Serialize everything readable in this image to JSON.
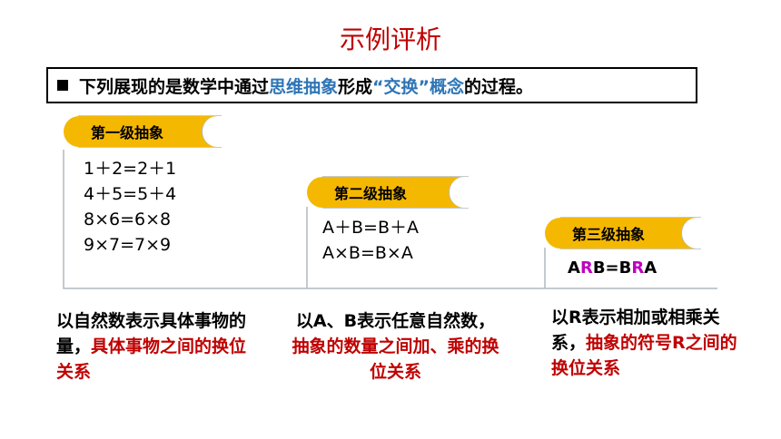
{
  "title": "示例评析",
  "intro": {
    "prefix": "下列展现的是数学中通过",
    "highlight1": "思维抽象",
    "middle": "形成",
    "highlight2": "“交换”概念",
    "suffix": "的过程。"
  },
  "levels": [
    {
      "tag": "第一级抽象",
      "equations": [
        "1＋2=2＋1",
        "4＋5=5＋4",
        "8×6=6×8",
        "9×7=7×9"
      ],
      "desc_plain": "以自然数表示具体事物的量，",
      "desc_red": "具体事物之间的换位关系"
    },
    {
      "tag": "第二级抽象",
      "equations": [
        "A＋B=B＋A",
        "A×B=B×A"
      ],
      "desc_plain": "以A、B表示任意自然数，",
      "desc_red": "抽象的数量之间加、乘的换位关系"
    },
    {
      "tag": "第三级抽象",
      "equation_parts": [
        "A",
        "R",
        "B=B",
        "R",
        "A"
      ],
      "desc_plain": "以R表示相加或相乘关系，",
      "desc_red": "抽象的符号R之间的换位关系"
    }
  ],
  "colors": {
    "title": "#c00000",
    "blue_highlight": "#2e75b6",
    "red_text": "#c00000",
    "tag_fill": "#f5b800",
    "pink_symbol": "#c000c0",
    "line": "#b0b8c0"
  }
}
